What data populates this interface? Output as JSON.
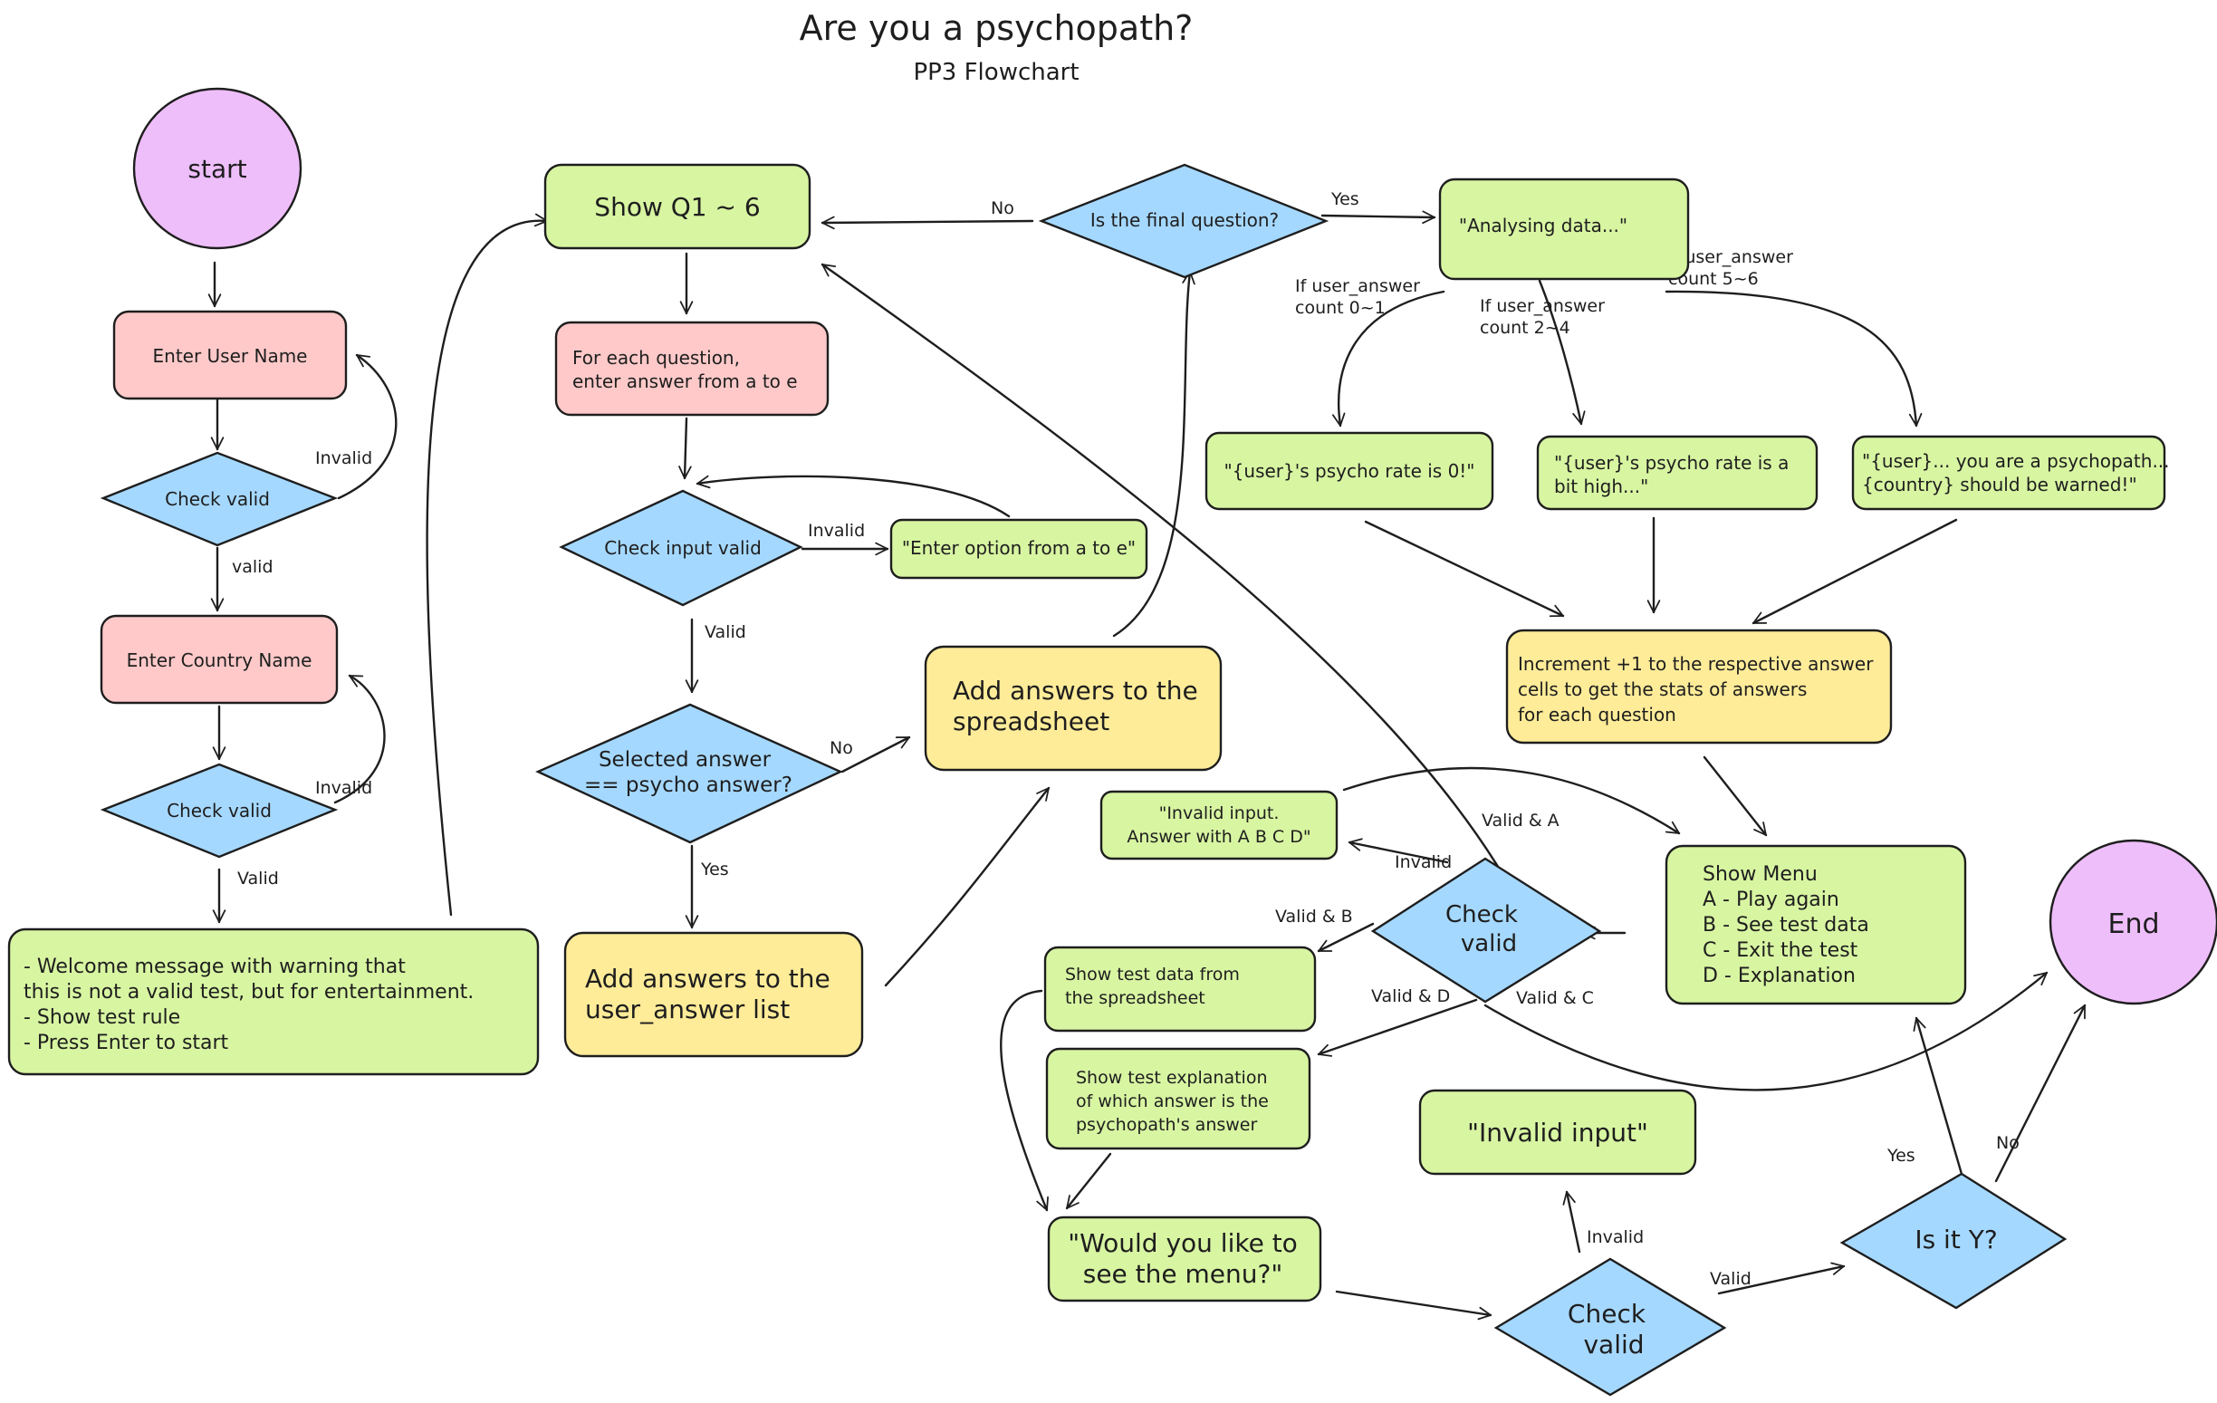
{
  "title": "Are you a psychopath?",
  "subtitle": "PP3 Flowchart",
  "colors": {
    "purple": "#eebefa",
    "red": "#ffc9c9",
    "green": "#d8f5a2",
    "blue": "#a5d8ff",
    "yellow": "#ffec99",
    "stroke": "#1e1e1e"
  },
  "nodes": {
    "start": [
      "start"
    ],
    "enter_user_name": [
      "Enter User Name"
    ],
    "check_valid_1": [
      "Check valid"
    ],
    "enter_country_name": [
      "Enter Country Name"
    ],
    "check_valid_2": [
      "Check valid"
    ],
    "welcome": [
      "- Welcome message with warning that",
      "this is not a valid test, but for entertainment.",
      "- Show test rule",
      "- Press Enter to start"
    ],
    "show_q": [
      "Show Q1 ~ 6"
    ],
    "for_each": [
      "For each question,",
      "enter answer from a to e"
    ],
    "check_input_valid": [
      "Check input valid"
    ],
    "enter_option": [
      "\"Enter option from a to e\""
    ],
    "selected_answer": [
      "Selected answer",
      "== psycho answer?"
    ],
    "add_user_answer": [
      "Add answers to the",
      "user_answer list"
    ],
    "add_spreadsheet": [
      "Add answers to the",
      "spreadsheet"
    ],
    "is_final": [
      "Is the final question?"
    ],
    "analysing": [
      "\"Analysing data...\""
    ],
    "rate_0": [
      "\"{user}'s psycho rate is 0!\""
    ],
    "rate_high": [
      "\"{user}'s psycho rate is a",
      "bit high...\""
    ],
    "rate_psycho": [
      "\"{user}... you are a psychopath...",
      "{country} should be warned!\""
    ],
    "increment": [
      "Increment +1 to the respective answer",
      "cells to get the stats of answers",
      "for each question"
    ],
    "show_menu": [
      "Show Menu",
      "A - Play again",
      "B - See test data",
      "C - Exit the test",
      "D - Explanation"
    ],
    "invalid_input_abcd": [
      "\"Invalid input.",
      "Answer with A B C D\""
    ],
    "check_valid_menu": [
      "Check",
      "valid"
    ],
    "show_test_data": [
      "Show test data from",
      "the spreadsheet"
    ],
    "show_explanation": [
      "Show test explanation",
      "of which answer is the",
      "psychopath's answer"
    ],
    "would_you_like": [
      "\"Would you like to",
      "see the menu?\""
    ],
    "invalid_input": [
      "\"Invalid input\""
    ],
    "check_valid_final": [
      "Check",
      "valid"
    ],
    "is_it_y": [
      "Is it Y?"
    ],
    "end": [
      "End"
    ]
  },
  "edge_labels": {
    "invalid_1": "Invalid",
    "valid_1": "valid",
    "invalid_2": "Invalid",
    "valid_2": "Valid",
    "no_final": "No",
    "yes_final": "Yes",
    "invalid_option": "Invalid",
    "valid_option": "Valid",
    "no_psycho": "No",
    "yes_psycho": "Yes",
    "count_0_1": [
      "If user_answer",
      "count 0~1"
    ],
    "count_2_4": [
      "If user_answer",
      "count 2~4"
    ],
    "count_5_6": [
      "If user_answer",
      "count 5~6"
    ],
    "valid_a": "Valid & A",
    "invalid_menu": "Invalid",
    "valid_b": "Valid & B",
    "valid_d": "Valid & D",
    "valid_c": "Valid & C",
    "invalid_final": "Invalid",
    "valid_final": "Valid",
    "yes_y": "Yes",
    "no_y": "No"
  }
}
